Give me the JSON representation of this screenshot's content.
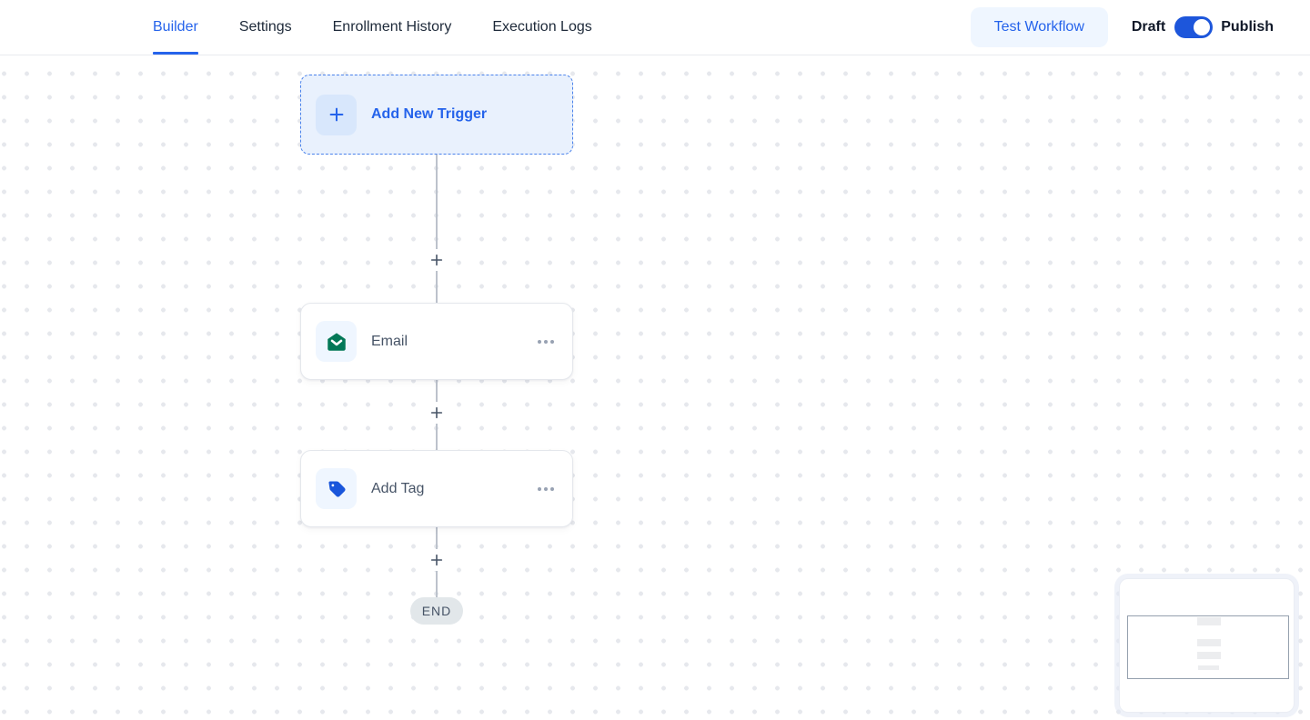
{
  "header": {
    "tabs": [
      {
        "label": "Builder",
        "active": true
      },
      {
        "label": "Settings",
        "active": false
      },
      {
        "label": "Enrollment History",
        "active": false
      },
      {
        "label": "Execution Logs",
        "active": false
      }
    ],
    "test_workflow_button": "Test Workflow",
    "draft_label": "Draft",
    "publish_label": "Publish",
    "publish_toggle": {
      "state": "on",
      "color": "#1D56DB"
    }
  },
  "canvas": {
    "trigger_box": {
      "label": "Add New Trigger",
      "icon": "plus-icon"
    },
    "nodes": [
      {
        "label": "Email",
        "icon": "email-envelope-icon",
        "icon_color": "#047857",
        "menu_icon": "ellipsis-icon"
      },
      {
        "label": "Add Tag",
        "icon": "tag-icon",
        "icon_color": "#1A56DB",
        "menu_icon": "ellipsis-icon"
      }
    ],
    "add_step_buttons": 3,
    "end_badge": "END",
    "minimap": {
      "viewport": true,
      "node_bars": 4
    }
  },
  "colors": {
    "accent_blue": "#2563EB",
    "toggle_blue": "#1D56DB",
    "trigger_bg": "#E9F1FD",
    "email_green": "#047857",
    "tag_blue": "#1A56DB",
    "end_pill_bg": "#E2E7EA",
    "label_gray": "#475467",
    "grid_dot": "#E6E8ED"
  }
}
